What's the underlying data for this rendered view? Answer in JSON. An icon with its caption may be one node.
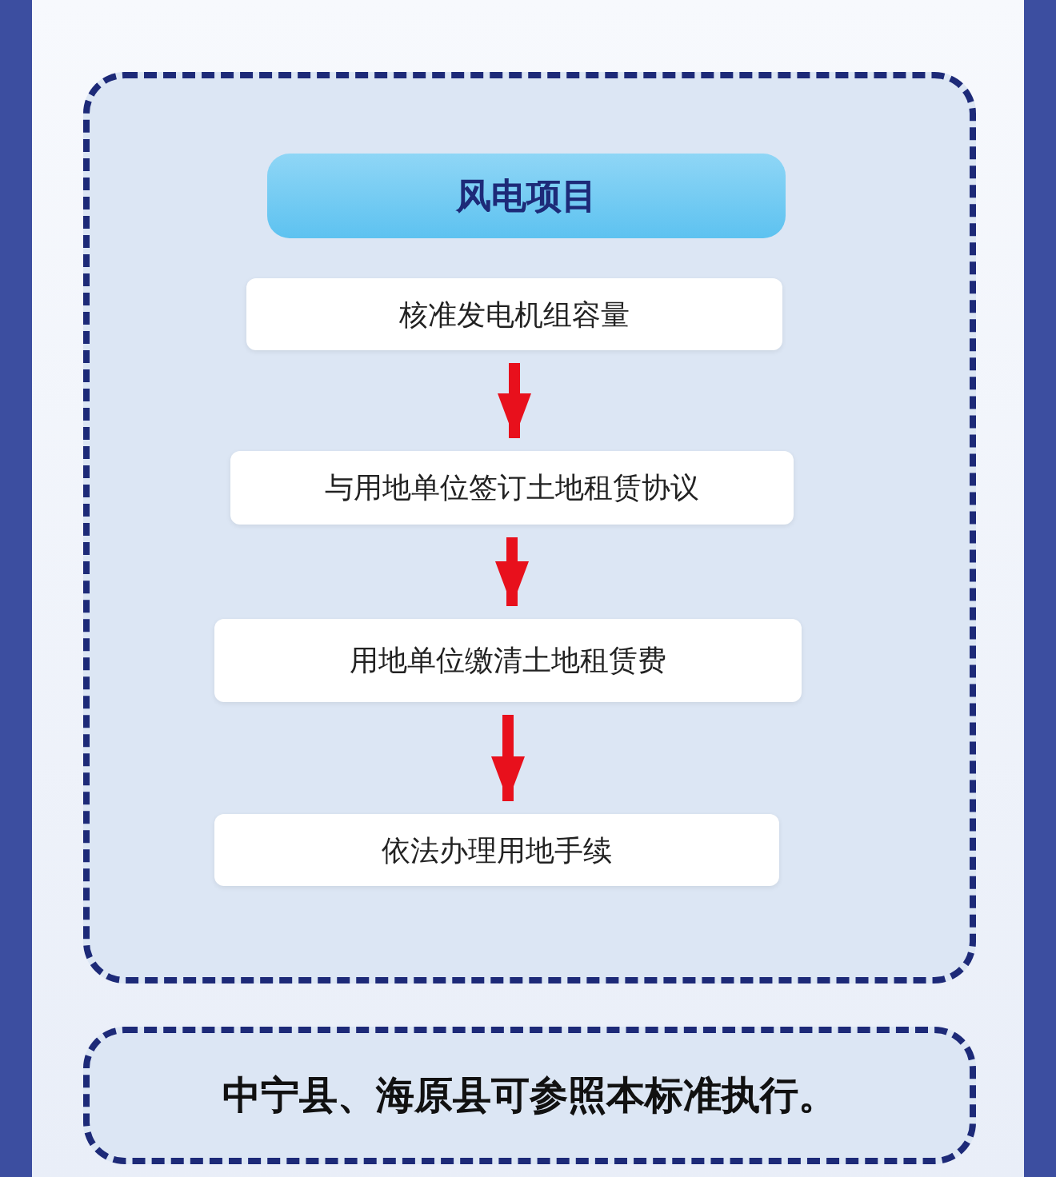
{
  "diagram": {
    "nodes": [
      {
        "text": [],
        "shape": "box"
      },
      {
        "text": [
          "风电项目"
        ],
        "in": 0
      },
      {
        "text": [
          "核准发电机组容量"
        ],
        "in": 0
      },
      {
        "text": [
          "与用地单位签订土地租赁协议"
        ],
        "in": 0
      },
      {
        "text": [
          "用地单位缴清土地租赁费"
        ],
        "in": 0
      },
      {
        "text": [
          "依法办理用地手续"
        ],
        "in": 0
      },
      {
        "text": [
          "中宁县、海原县可参照本标准执行。"
        ]
      }
    ],
    "edges": [
      {
        "from": 2,
        "to": 3,
        "arrow": "to"
      },
      {
        "from": 3,
        "to": 4,
        "arrow": "to"
      },
      {
        "from": 4,
        "to": 5,
        "arrow": "to"
      }
    ]
  }
}
